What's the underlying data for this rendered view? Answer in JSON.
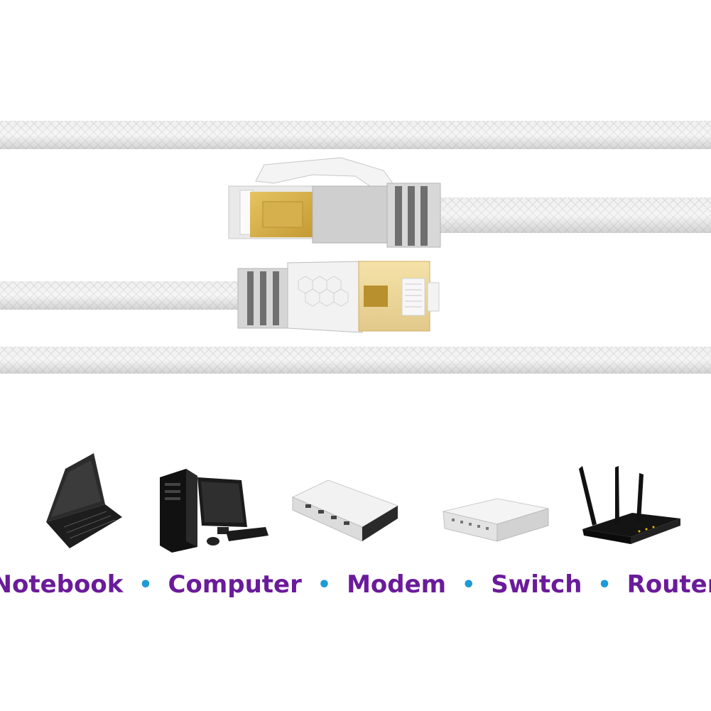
{
  "colors": {
    "label": "#6a1b9a",
    "separator": "#1e9ad6",
    "cable": "#eeeeee",
    "cable_shadow": "#c8c8c8",
    "gold": "#d9b24a",
    "boot_dark": "#8a8a8a"
  },
  "devices": [
    {
      "id": "notebook",
      "label": "Notebook",
      "icon": "laptop-icon"
    },
    {
      "id": "computer",
      "label": "Computer",
      "icon": "desktop-computer-icon"
    },
    {
      "id": "modem",
      "label": "Modem",
      "icon": "modem-icon"
    },
    {
      "id": "switch",
      "label": "Switch",
      "icon": "network-switch-icon"
    },
    {
      "id": "router",
      "label": "Router",
      "icon": "wifi-router-icon"
    }
  ],
  "separator": "•"
}
